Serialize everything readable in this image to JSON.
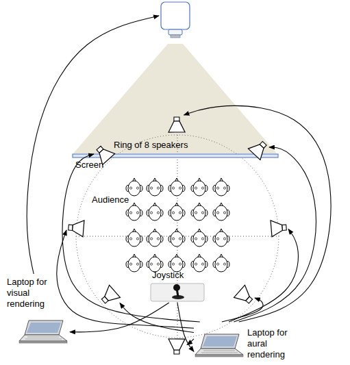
{
  "diagram": {
    "nodes": [
      {
        "text": []
      },
      {
        "text": [
          "Screen"
        ]
      },
      {
        "text": []
      },
      {
        "text": []
      },
      {
        "text": []
      },
      {
        "text": []
      },
      {
        "text": []
      },
      {
        "text": [
          "Laptop for visual rendering"
        ]
      },
      {
        "text": []
      },
      {
        "text": [
          "Joystick"
        ]
      },
      {
        "text": []
      },
      {
        "text": []
      },
      {
        "text": [
          "Laptop for aural rendering"
        ]
      }
    ],
    "edges": [
      {
        "from": 7,
        "to": 0,
        "arrow": "to"
      },
      {
        "from": 12,
        "to": 2,
        "arrow": "to"
      },
      {
        "from": 12,
        "to": 3,
        "arrow": "to"
      },
      {
        "from": 12,
        "to": 4,
        "arrow": "to"
      },
      {
        "from": 12,
        "to": 5,
        "arrow": "to"
      },
      {
        "from": 12,
        "to": 6,
        "arrow": "to"
      },
      {
        "from": 12,
        "to": 8,
        "arrow": "to"
      },
      {
        "from": 12,
        "to": 10,
        "arrow": "to"
      },
      {
        "from": 12,
        "to": 11,
        "arrow": "to"
      },
      {
        "from": 9,
        "to": 7,
        "arrow": "to"
      },
      {
        "from": 9,
        "to": 12,
        "arrow": "to"
      }
    ],
    "labels": [
      "Ring of 8 speakers",
      "Audience"
    ]
  }
}
